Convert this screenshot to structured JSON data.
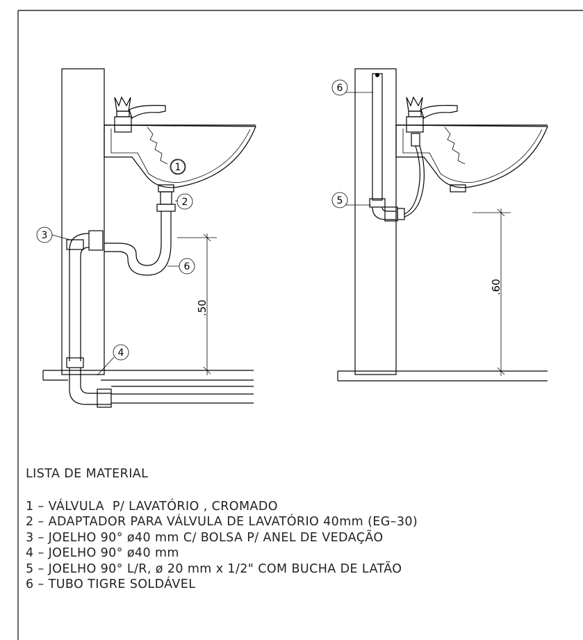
{
  "callouts": {
    "left": [
      "1",
      "2",
      "3",
      "4",
      "6"
    ],
    "right": [
      "6",
      "5"
    ]
  },
  "dimensions": {
    "left_height": ".50",
    "right_height": ".60"
  },
  "material_list": {
    "title": "LISTA DE MATERIAL",
    "items": [
      "1 – VÁLVULA  P/ LAVATÓRIO , CROMADO",
      "2 – ADAPTADOR PARA VÁLVULA DE LAVATÓRIO 40mm (EG–30)",
      "3 – JOELHO 90° ø40 mm C/ BOLSA P/ ANEL DE VEDAÇÃO",
      "4 – JOELHO 90° ø40 mm",
      "5 – JOELHO 90° L/R, ø 20 mm x 1/2\" COM BUCHA DE LATÃO",
      "6 – TUBO TIGRE SOLDÁVEL"
    ]
  }
}
